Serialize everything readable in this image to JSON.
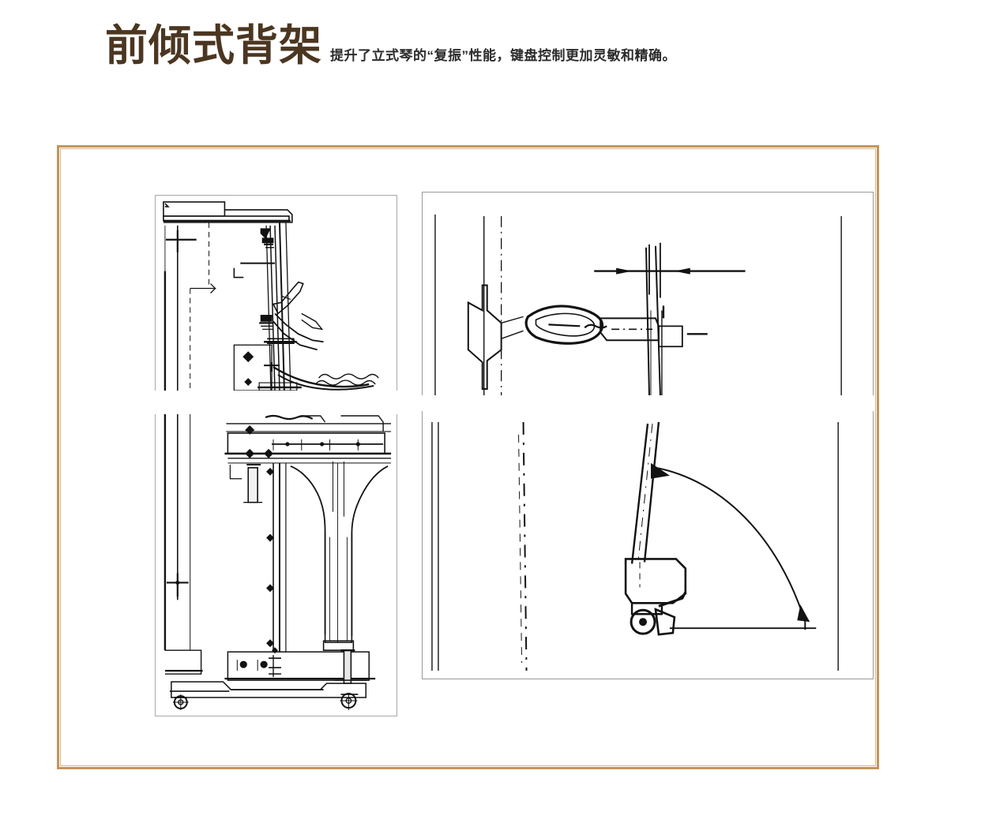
{
  "header": {
    "title": "前倾式背架",
    "subtitle": "提升了立式琴的“复振”性能，键盘控制更加灵敏和精确。"
  },
  "colors": {
    "title_brown": "#4b3621",
    "frame_gold": "#c2955b",
    "frame_gold_inner": "#d8b588",
    "subtitle_gray": "#2b2b2b",
    "panel_border_gray": "#a8a8a8",
    "drawing_ink": "#121212",
    "background": "#ffffff"
  },
  "gallery": {
    "name": "technical-drawing-gallery",
    "panels": [
      {
        "id": "panel-top-left",
        "caption": "",
        "description": "upright piano back-frame upper assembly side section view"
      },
      {
        "id": "panel-top-right",
        "caption": "",
        "description": "hammer head and shank detail with dimension arrows"
      },
      {
        "id": "panel-bottom-left",
        "caption": "",
        "description": "back-frame lower post, pedal beam and caster side section view"
      },
      {
        "id": "panel-bottom-right",
        "caption": "",
        "description": "hammer butt swing arc travel diagram"
      }
    ]
  }
}
